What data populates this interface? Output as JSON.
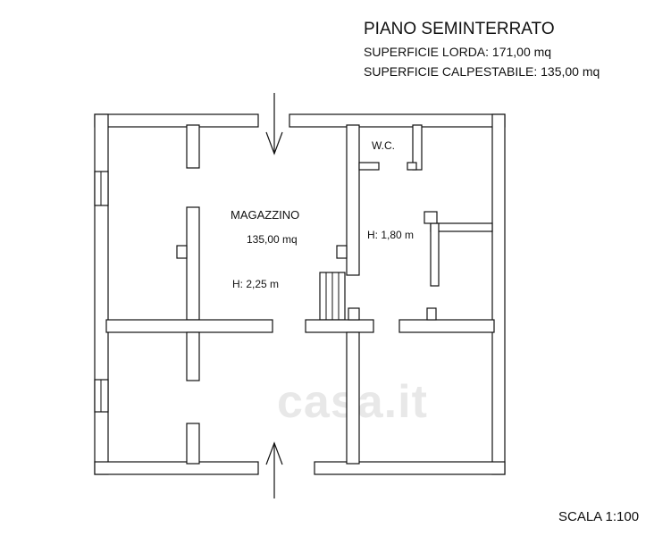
{
  "header": {
    "title": "PIANO SEMINTERRATO",
    "gross_area": "SUPERFICIE LORDA: 171,00 mq",
    "net_area": "SUPERFICIE CALPESTABILE: 135,00 mq"
  },
  "rooms": {
    "main": {
      "name": "MAGAZZINO",
      "area": "135,00 mq",
      "height": "H: 2,25 m"
    },
    "side_height": "H: 1,80 m",
    "wc_label": "W.C."
  },
  "scale": "SCALA 1:100",
  "watermark": "casa.it"
}
